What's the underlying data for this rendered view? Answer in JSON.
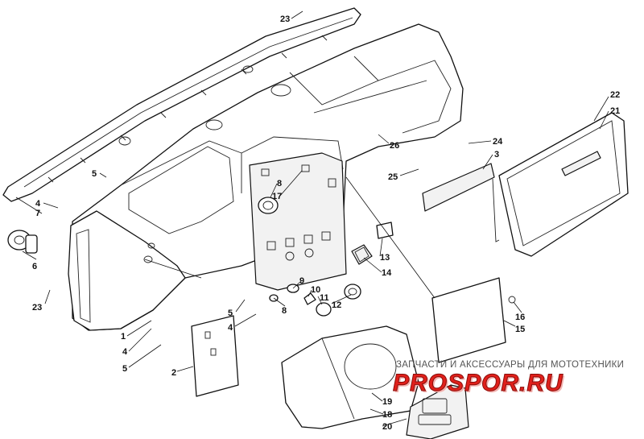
{
  "callouts": [
    {
      "id": "c23a",
      "text": "23"
    },
    {
      "id": "c22",
      "text": "22"
    },
    {
      "id": "c21",
      "text": "21"
    },
    {
      "id": "c24",
      "text": "24"
    },
    {
      "id": "c26",
      "text": "26"
    },
    {
      "id": "c3",
      "text": "3"
    },
    {
      "id": "c25",
      "text": "25"
    },
    {
      "id": "c5a",
      "text": "5"
    },
    {
      "id": "c8a",
      "text": "8"
    },
    {
      "id": "c17",
      "text": "17"
    },
    {
      "id": "c7",
      "text": "7"
    },
    {
      "id": "c4a",
      "text": "4"
    },
    {
      "id": "c6",
      "text": "6"
    },
    {
      "id": "c13",
      "text": "13"
    },
    {
      "id": "c14",
      "text": "14"
    },
    {
      "id": "c23b",
      "text": "23"
    },
    {
      "id": "c9",
      "text": "9"
    },
    {
      "id": "c10",
      "text": "10"
    },
    {
      "id": "c11",
      "text": "11"
    },
    {
      "id": "c12",
      "text": "12"
    },
    {
      "id": "c8b",
      "text": "8"
    },
    {
      "id": "c5b",
      "text": "5"
    },
    {
      "id": "c4b",
      "text": "4"
    },
    {
      "id": "c16",
      "text": "16"
    },
    {
      "id": "c15",
      "text": "15"
    },
    {
      "id": "c1",
      "text": "1"
    },
    {
      "id": "c4c",
      "text": "4"
    },
    {
      "id": "c5c",
      "text": "5"
    },
    {
      "id": "c2",
      "text": "2"
    },
    {
      "id": "c19",
      "text": "19"
    },
    {
      "id": "c18",
      "text": "18"
    },
    {
      "id": "c20",
      "text": "20"
    }
  ],
  "watermark": {
    "tagline": "ЗАПЧАСТИ И АКСЕССУАРЫ ДЛЯ МОТОТЕХНИКИ",
    "logo": "PROSPOR.RU"
  }
}
